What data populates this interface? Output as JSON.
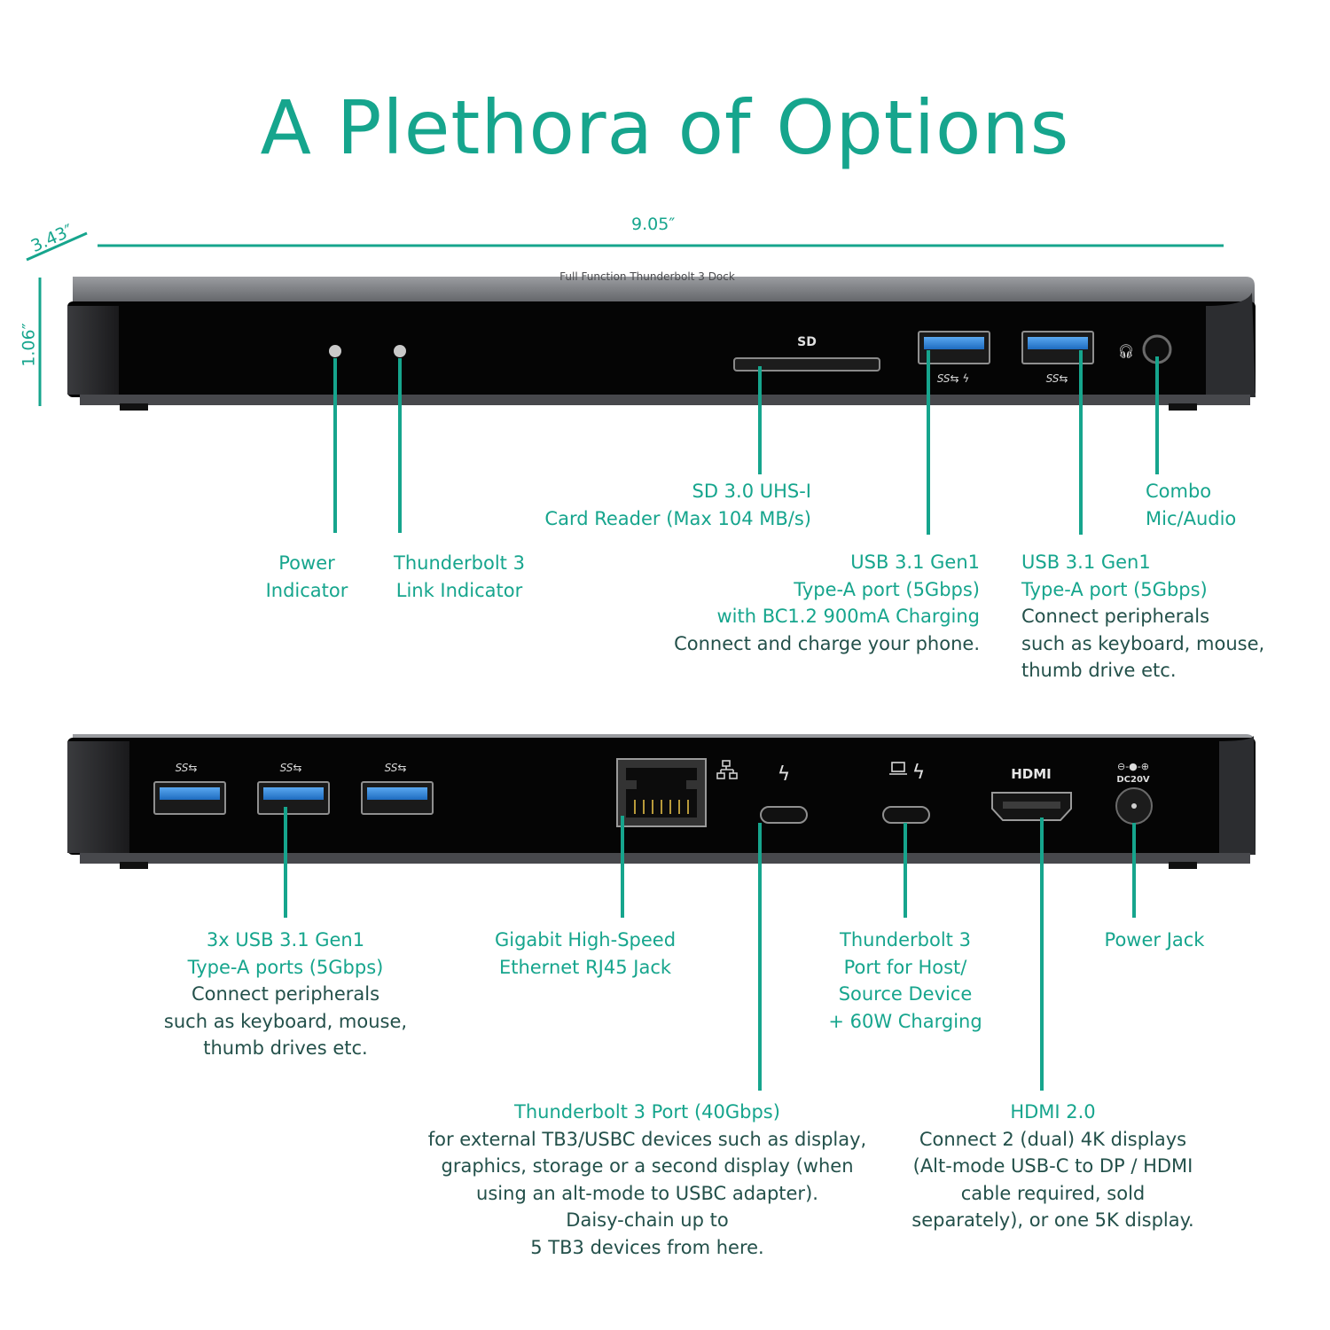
{
  "title": "A Plethora of Options",
  "dimensions": {
    "width": "9.05″",
    "depth": "3.43″",
    "height": "1.06″"
  },
  "front": {
    "product_text": "Full Function Thunderbolt 3 Dock",
    "sd_marking": "SD",
    "labels": {
      "power": [
        "Power",
        "Indicator"
      ],
      "tb3_link": [
        "Thunderbolt 3",
        "Link Indicator"
      ],
      "sd": [
        "SD 3.0 UHS-I",
        "Card Reader (Max 104 MB/s)"
      ],
      "usb_charge_title": [
        "USB 3.1 Gen1",
        "Type-A port (5Gbps)",
        "with BC1.2 900mA Charging"
      ],
      "usb_charge_desc": "Connect and charge your phone.",
      "usb_title": [
        "USB 3.1 Gen1",
        "Type-A port (5Gbps)"
      ],
      "usb_desc": [
        "Connect peripherals",
        "such as keyboard, mouse,",
        "thumb drive etc."
      ],
      "audio": [
        "Combo",
        "Mic/Audio"
      ]
    }
  },
  "rear": {
    "hdmi_marking": "HDMI",
    "dc_marking": "DC20V",
    "labels": {
      "usb3x_title": [
        "3x USB 3.1 Gen1",
        "Type-A ports (5Gbps)"
      ],
      "usb3x_desc": [
        "Connect peripherals",
        "such as keyboard, mouse,",
        "thumb drives etc."
      ],
      "ethernet": [
        "Gigabit High-Speed",
        "Ethernet RJ45 Jack"
      ],
      "tb3_host": [
        "Thunderbolt 3",
        "Port for Host/",
        "Source Device",
        "+ 60W Charging"
      ],
      "power_jack": [
        "Power Jack"
      ],
      "tb3_port_title": "Thunderbolt 3 Port (40Gbps)",
      "tb3_port_desc": [
        "for external TB3/USBC devices such as display,",
        "graphics, storage or a second display (when",
        "using an alt-mode to USBC adapter).",
        "Daisy-chain up to",
        "5 TB3 devices from here."
      ],
      "hdmi_title": "HDMI 2.0",
      "hdmi_desc": [
        "Connect 2 (dual) 4K displays",
        "(Alt-mode USB-C to DP / HDMI",
        "cable required, sold",
        "separately), or one 5K display."
      ]
    }
  },
  "colors": {
    "accent": "#16a58d",
    "body_text": "#23504a",
    "device_black": "#050505",
    "device_gray": "#6d6f73",
    "usb_blue": "#2a7fd4"
  }
}
